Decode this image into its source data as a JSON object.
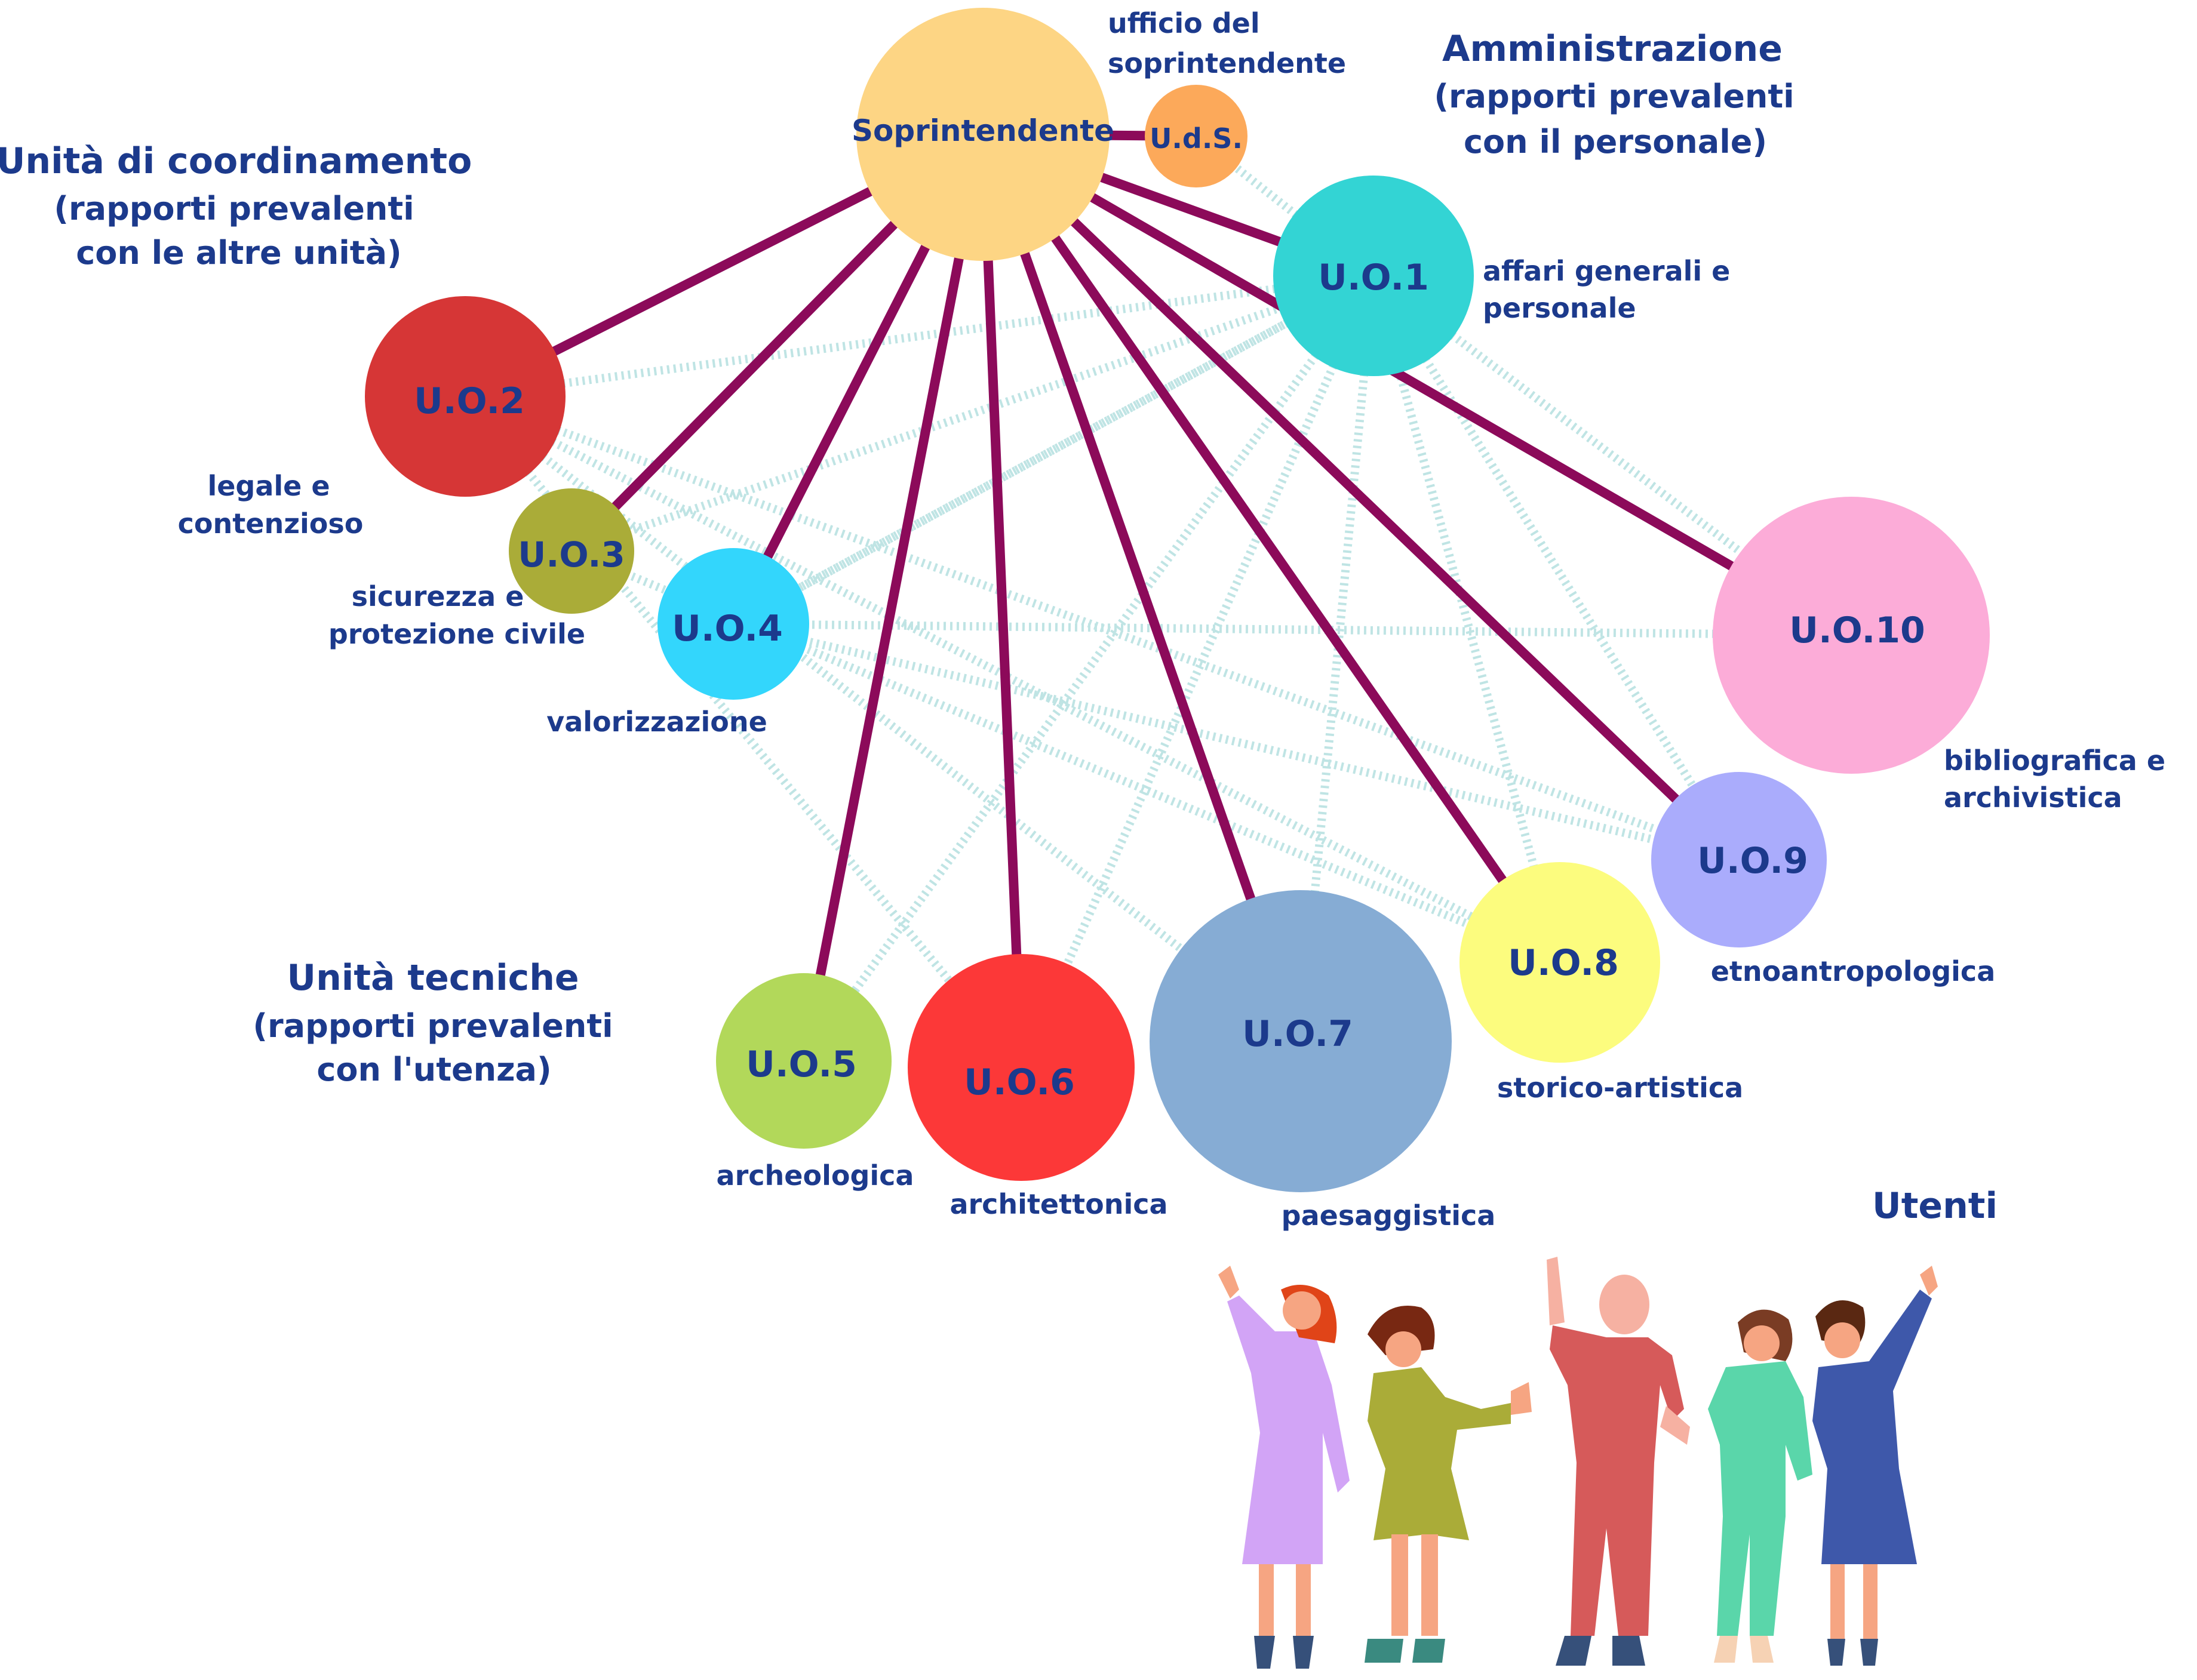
{
  "headers": {
    "coordinamento": [
      "Unità di coordinamento",
      "(rapporti prevalenti",
      "con le altre unità)"
    ],
    "amministrazione": [
      "Amministrazione",
      "(rapporti prevalenti",
      "con il personale)"
    ],
    "tecniche": [
      "Unità tecniche",
      "(rapporti prevalenti",
      "con l'utenza)"
    ],
    "utenti": "Utenti"
  },
  "colors": {
    "text": "#1c3a8c",
    "connector": "#8c0a5a",
    "dashed": "#bfe4e4"
  },
  "nodes": [
    {
      "id": "sopr",
      "label": "Soprintendente",
      "color": "#fdd584"
    },
    {
      "id": "uds",
      "label": "U.d.S.",
      "color": "#fca95a"
    },
    {
      "id": "uo1",
      "label": "U.O.1",
      "color": "#33d4d4"
    },
    {
      "id": "uo2",
      "label": "U.O.2",
      "color": "#d63636"
    },
    {
      "id": "uo3",
      "label": "U.O.3",
      "color": "#aaac38"
    },
    {
      "id": "uo4",
      "label": "U.O.4",
      "color": "#33d6fc"
    },
    {
      "id": "uo5",
      "label": "U.O.5",
      "color": "#b2d85a"
    },
    {
      "id": "uo6",
      "label": "U.O.6",
      "color": "#fc3838"
    },
    {
      "id": "uo7",
      "label": "U.O.7",
      "color": "#86acd4"
    },
    {
      "id": "uo8",
      "label": "U.O.8",
      "color": "#fcfc7e"
    },
    {
      "id": "uo9",
      "label": "U.O.9",
      "color": "#aaacfc"
    },
    {
      "id": "uo10",
      "label": "U.O.10",
      "color": "#fcacd8"
    }
  ],
  "descriptions": {
    "uds": [
      "ufficio del",
      "soprintendente"
    ],
    "uo1": [
      "affari generali e",
      "personale"
    ],
    "uo2": [
      "legale e",
      "contenzioso"
    ],
    "uo3": [
      "sicurezza e",
      "protezione civile"
    ],
    "uo4": [
      "valorizzazione"
    ],
    "uo5": [
      "archeologica"
    ],
    "uo6": [
      "architettonica"
    ],
    "uo7": [
      "paesaggistica"
    ],
    "uo8": [
      "storico-artistica"
    ],
    "uo9": [
      "etnoantropologica"
    ],
    "uo10": [
      "bibliografica e",
      "archivistica"
    ]
  }
}
